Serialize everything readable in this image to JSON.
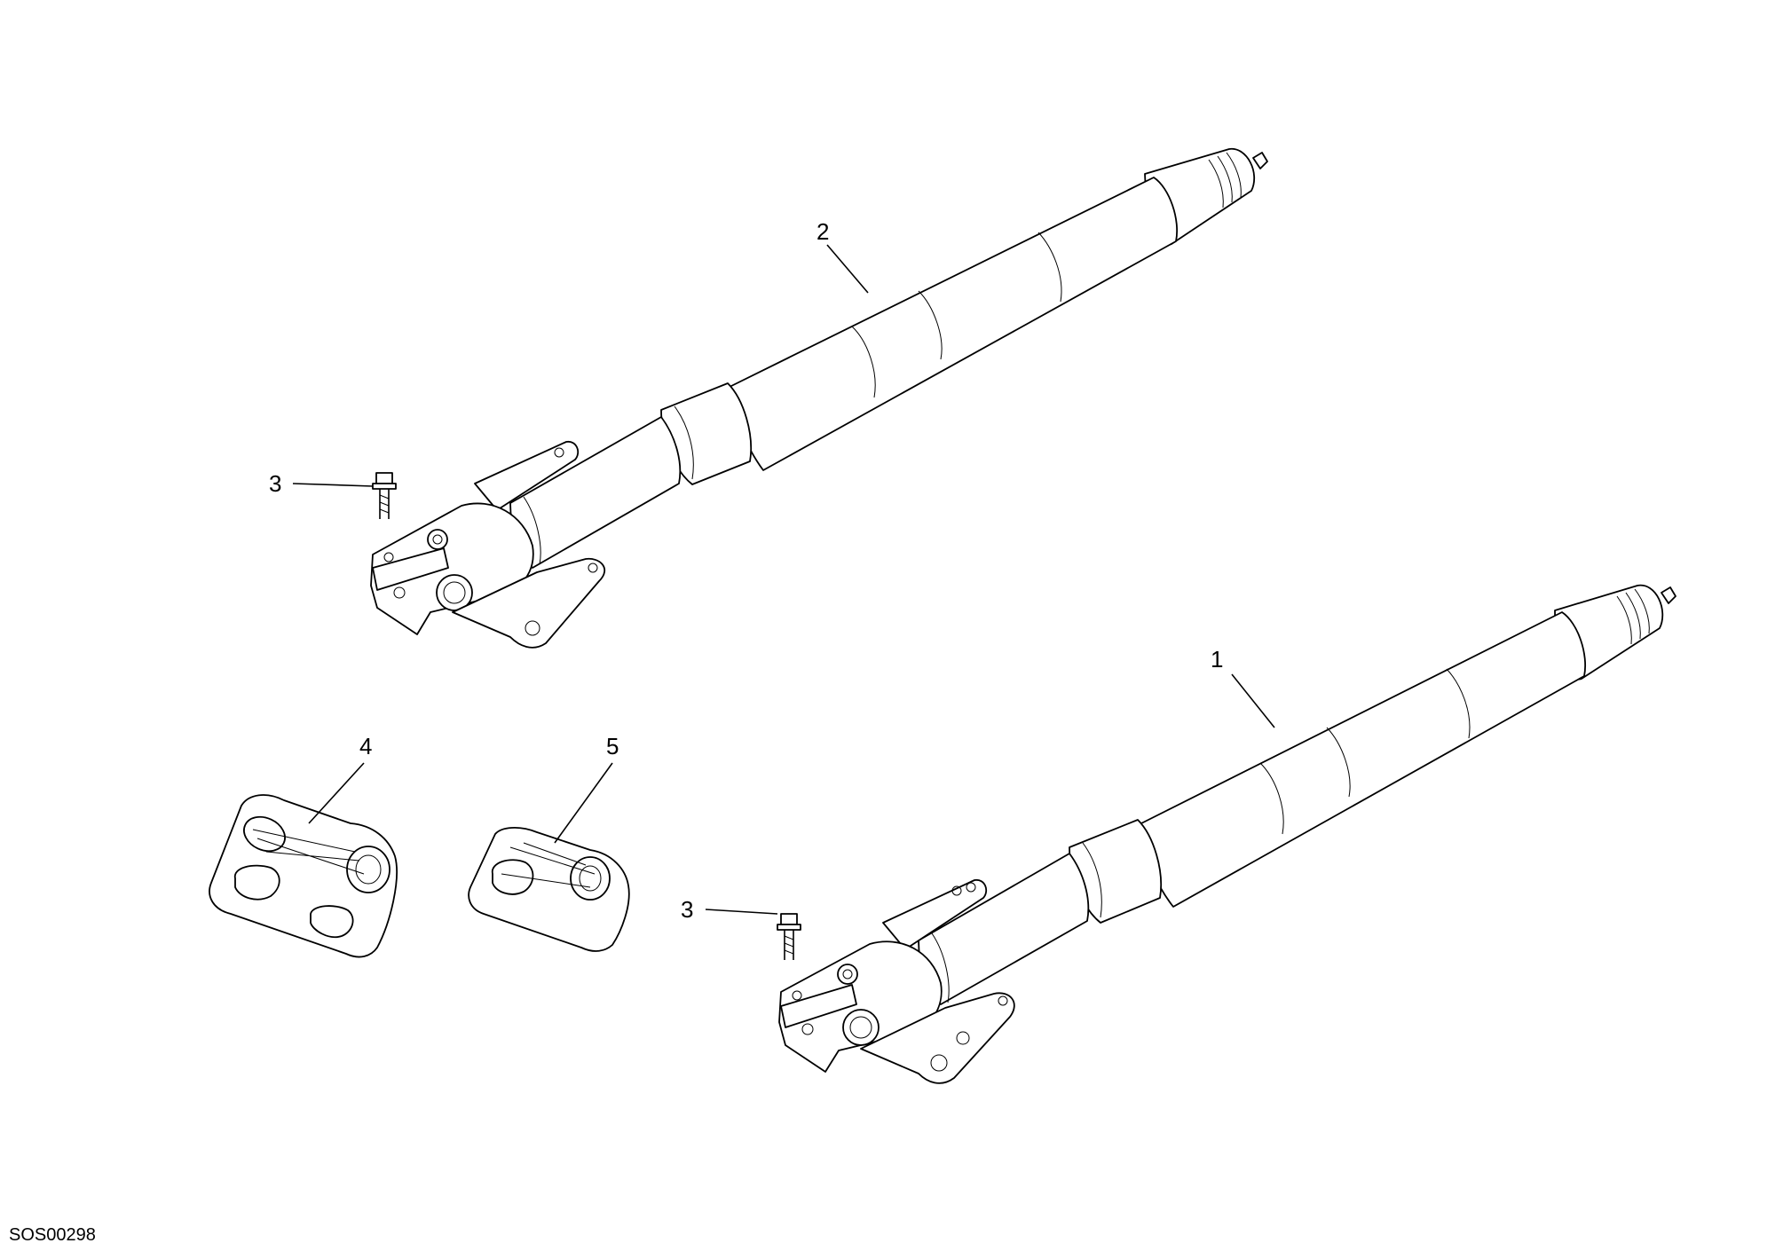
{
  "callouts": {
    "c1": "1",
    "c2": "2",
    "c3a": "3",
    "c3b": "3",
    "c4": "4",
    "c5": "5"
  },
  "drawing_code": "SOS00298",
  "colors": {
    "line": "#000000",
    "background": "#ffffff"
  }
}
